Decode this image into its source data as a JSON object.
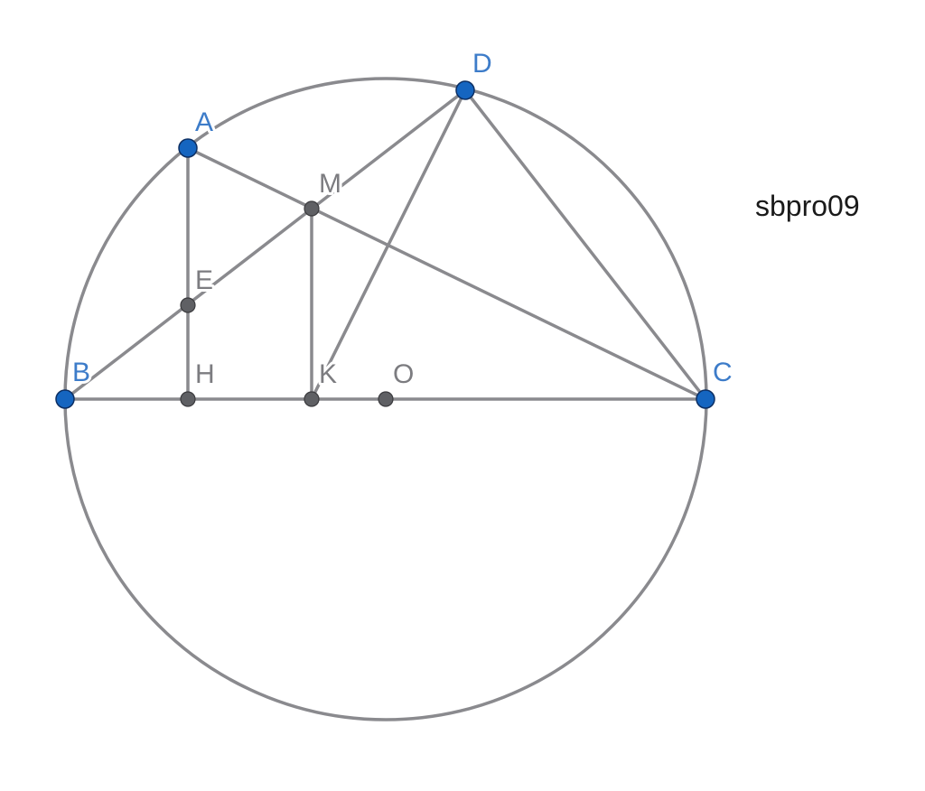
{
  "figure": {
    "watermark": "sbpro09",
    "colors": {
      "line": "#8a8a8e",
      "free_point": "#1565c0",
      "derived_point": "#5f6064",
      "free_label": "#3d7cc9",
      "derived_label": "#7c7c80"
    },
    "points": {
      "A": {
        "label": "A"
      },
      "B": {
        "label": "B"
      },
      "C": {
        "label": "C"
      },
      "D": {
        "label": "D"
      },
      "E": {
        "label": "E"
      },
      "H": {
        "label": "H"
      },
      "K": {
        "label": "K"
      },
      "M": {
        "label": "M"
      },
      "O": {
        "label": "O"
      }
    }
  }
}
